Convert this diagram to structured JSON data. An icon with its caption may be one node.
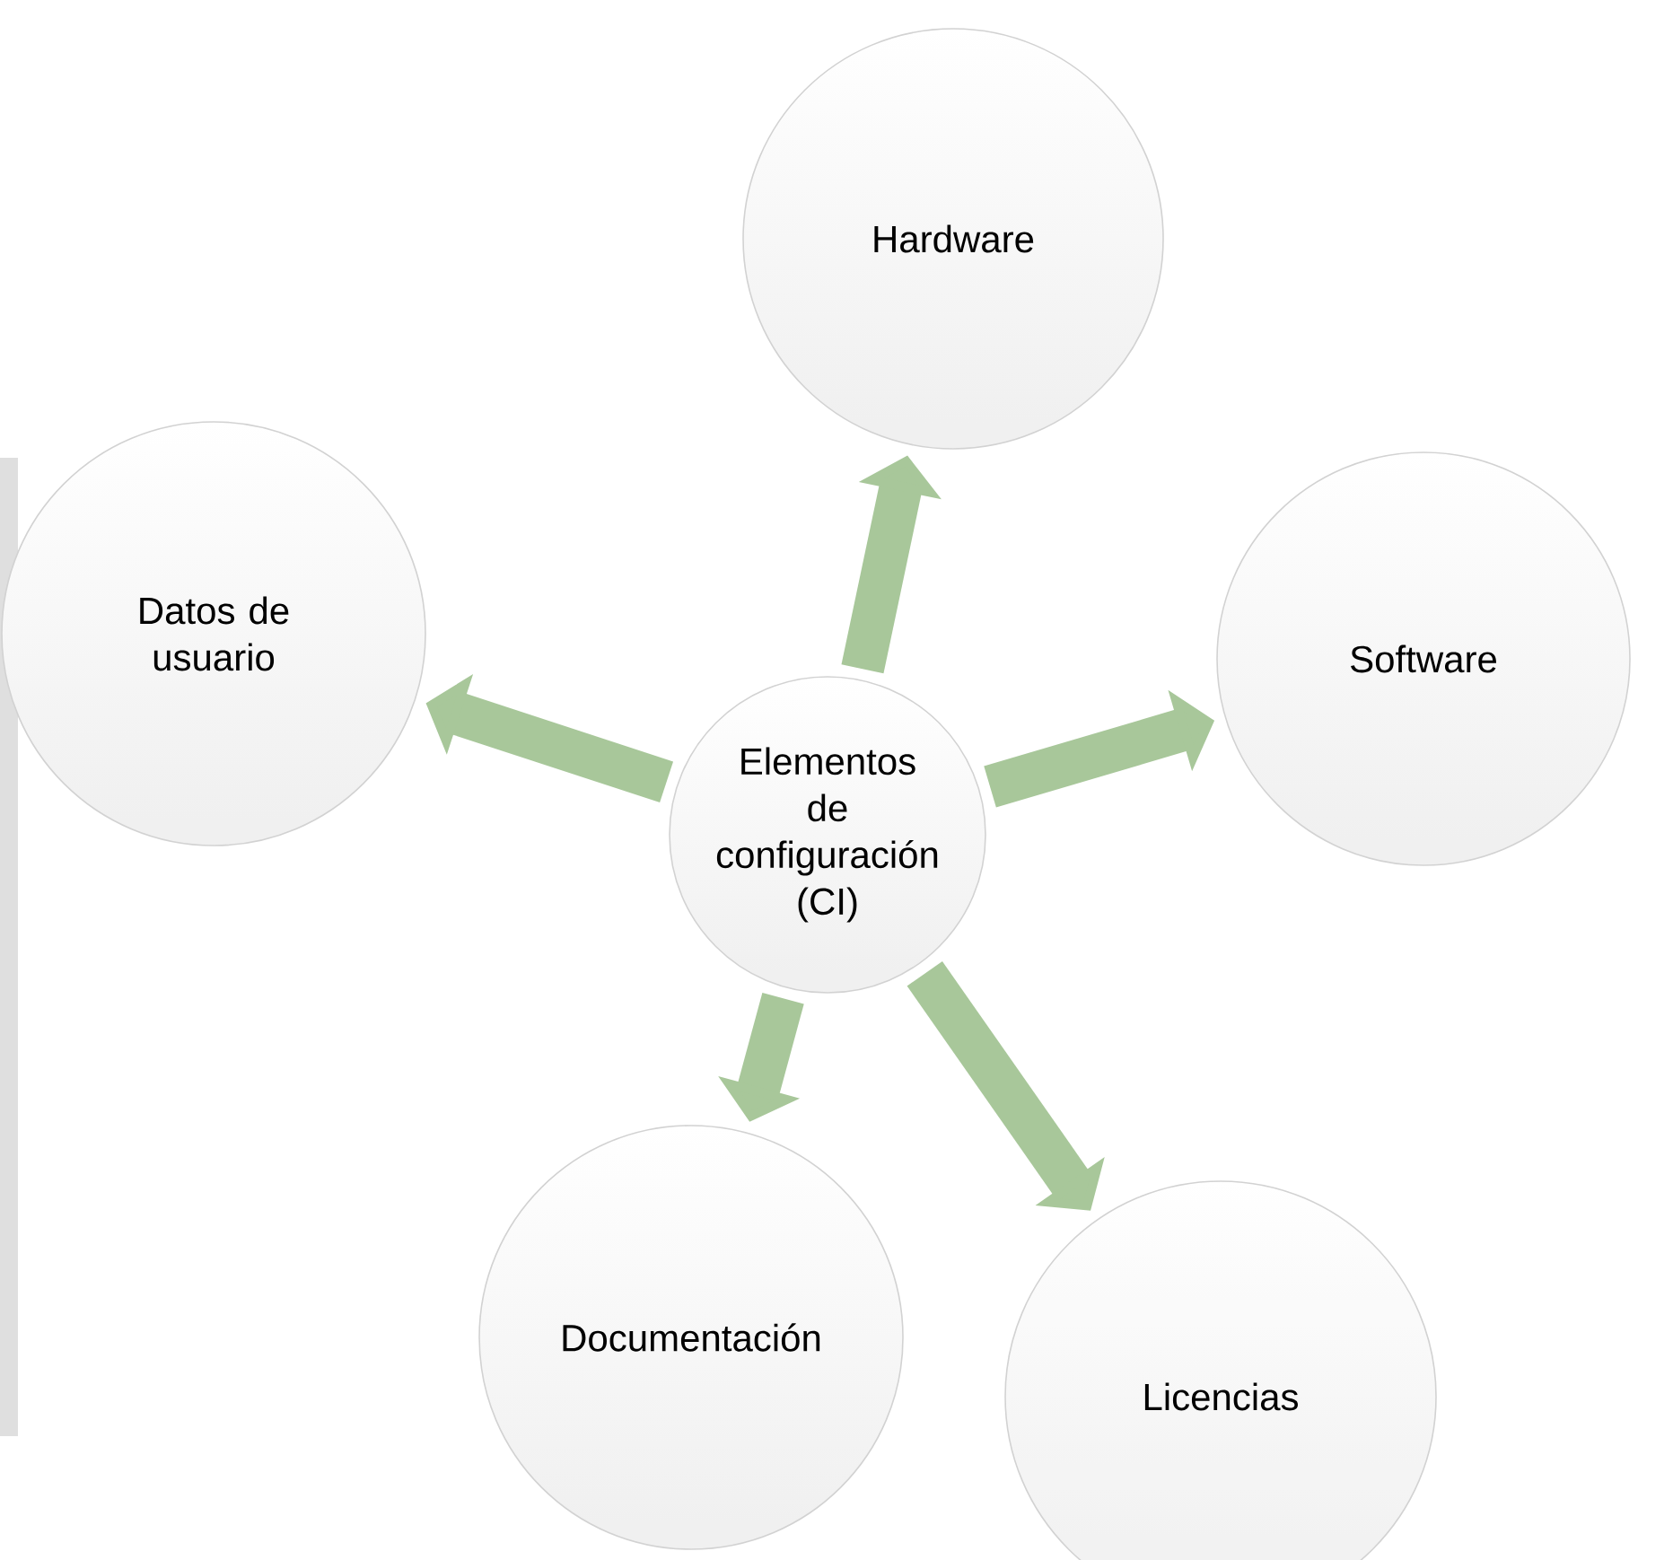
{
  "diagram": {
    "nodes": [
      {
        "text": [
          "Elementos de configuración (CI)"
        ]
      },
      {
        "text": [
          "Hardware"
        ]
      },
      {
        "text": [
          "Software"
        ]
      },
      {
        "text": [
          "Licencias"
        ]
      },
      {
        "text": [
          "Documentación"
        ]
      },
      {
        "text": [
          "Datos de usuario"
        ]
      }
    ],
    "edges": [
      {
        "from": 0,
        "to": 1,
        "arrow": "to"
      },
      {
        "from": 0,
        "to": 2,
        "arrow": "to"
      },
      {
        "from": 0,
        "to": 3,
        "arrow": "to"
      },
      {
        "from": 0,
        "to": 4,
        "arrow": "to"
      },
      {
        "from": 0,
        "to": 5,
        "arrow": "to"
      }
    ]
  }
}
